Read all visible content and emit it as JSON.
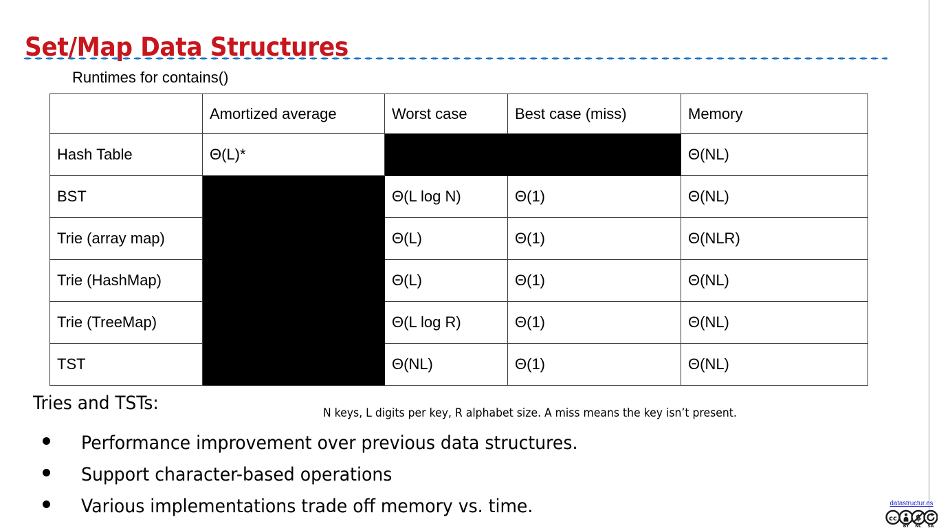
{
  "slide": {
    "title": "Set/Map Data Structures",
    "caption": "Runtimes for contains()",
    "tries_heading": "Tries and TSTs:",
    "legend_note": "N keys, L digits per key, R alphabet size. A miss means the key isn’t present.",
    "bullets": [
      "Performance improvement over previous data structures.",
      "Support character-based operations",
      "Various implementations trade off memory vs. time."
    ]
  },
  "table": {
    "columns": [
      "",
      "Amortized average",
      "Worst case",
      "Best case (miss)",
      "Memory"
    ],
    "rows": [
      {
        "name": "Hash Table",
        "cells": [
          {
            "text": "Θ(L)*",
            "redacted": false
          },
          {
            "text": "",
            "redacted": true
          },
          {
            "text": "",
            "redacted": true
          },
          {
            "text": "Θ(NL)",
            "redacted": false
          }
        ]
      },
      {
        "name": "BST",
        "cells": [
          {
            "text": "",
            "redacted": true
          },
          {
            "text": "Θ(L log N)",
            "redacted": false
          },
          {
            "text": "Θ(1)",
            "redacted": false
          },
          {
            "text": "Θ(NL)",
            "redacted": false
          }
        ]
      },
      {
        "name": "Trie (array map)",
        "cells": [
          {
            "text": "",
            "redacted": true
          },
          {
            "text": "Θ(L)",
            "redacted": false
          },
          {
            "text": "Θ(1)",
            "redacted": false
          },
          {
            "text": "Θ(NLR)",
            "redacted": false
          }
        ]
      },
      {
        "name": "Trie (HashMap)",
        "cells": [
          {
            "text": "",
            "redacted": true
          },
          {
            "text": "Θ(L)",
            "redacted": false
          },
          {
            "text": "Θ(1)",
            "redacted": false
          },
          {
            "text": "Θ(NL)",
            "redacted": false
          }
        ]
      },
      {
        "name": "Trie (TreeMap)",
        "cells": [
          {
            "text": "",
            "redacted": true
          },
          {
            "text": "Θ(L log R)",
            "redacted": false
          },
          {
            "text": "Θ(1)",
            "redacted": false
          },
          {
            "text": "Θ(NL)",
            "redacted": false
          }
        ]
      },
      {
        "name": "TST",
        "cells": [
          {
            "text": "",
            "redacted": true
          },
          {
            "text": "Θ(NL)",
            "redacted": false
          },
          {
            "text": "Θ(1)",
            "redacted": false
          },
          {
            "text": "Θ(NL)",
            "redacted": false
          }
        ]
      }
    ]
  },
  "footer": {
    "site": "datastructur.es",
    "license_icons": [
      "cc",
      "BY",
      "NC",
      "SA"
    ],
    "license_labels": [
      "BY",
      "NC",
      "SA"
    ]
  },
  "colors": {
    "title": "#c7161d",
    "divider_dots": "#1f77c4",
    "redaction": "#000000",
    "link": "#2222cc",
    "table_border": "#3c3c3c"
  }
}
